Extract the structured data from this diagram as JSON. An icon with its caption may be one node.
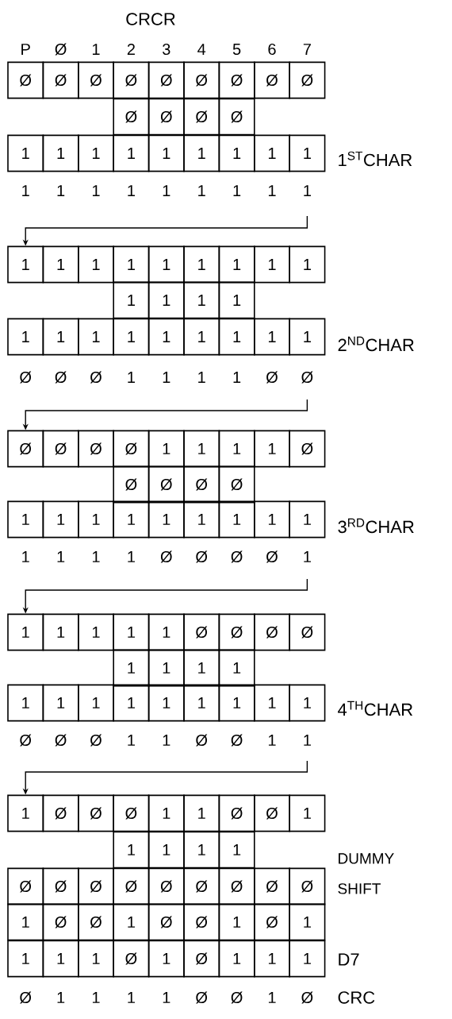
{
  "diagram": {
    "title": "CRCR",
    "nodes": [
      {
        "text": [
          "Ø"
        ]
      },
      {
        "text": [
          "Ø"
        ]
      },
      {
        "text": [
          "Ø"
        ]
      },
      {
        "text": [
          "Ø"
        ]
      },
      {
        "text": [
          "Ø"
        ]
      },
      {
        "text": [
          "Ø"
        ]
      },
      {
        "text": [
          "Ø"
        ]
      },
      {
        "text": [
          "Ø"
        ]
      },
      {
        "text": [
          "Ø"
        ]
      },
      {
        "text": [
          "Ø"
        ]
      },
      {
        "text": [
          "Ø"
        ]
      },
      {
        "text": [
          "Ø"
        ]
      },
      {
        "text": [
          "Ø"
        ]
      },
      {
        "text": [
          "1"
        ]
      },
      {
        "text": [
          "1"
        ]
      },
      {
        "text": [
          "1"
        ]
      },
      {
        "text": [
          "1"
        ]
      },
      {
        "text": [
          "1"
        ]
      },
      {
        "text": [
          "1"
        ]
      },
      {
        "text": [
          "1"
        ]
      },
      {
        "text": [
          "1"
        ]
      },
      {
        "text": [
          "1"
        ]
      },
      {
        "text": [
          "1"
        ]
      },
      {
        "text": [
          "1"
        ]
      },
      {
        "text": [
          "1"
        ]
      },
      {
        "text": [
          "1"
        ]
      },
      {
        "text": [
          "1"
        ]
      },
      {
        "text": [
          "1"
        ]
      },
      {
        "text": [
          "1"
        ]
      },
      {
        "text": [
          "1"
        ]
      },
      {
        "text": [
          "1"
        ]
      },
      {
        "text": [
          "1"
        ]
      },
      {
        "text": [
          "1"
        ]
      },
      {
        "text": [
          "1"
        ]
      },
      {
        "text": [
          "1"
        ]
      },
      {
        "text": [
          "1"
        ]
      },
      {
        "text": [
          "1"
        ]
      },
      {
        "text": [
          "1"
        ]
      },
      {
        "text": [
          "1"
        ]
      },
      {
        "text": [
          "1"
        ]
      },
      {
        "text": [
          "1"
        ]
      },
      {
        "text": [
          "1"
        ]
      },
      {
        "text": [
          "1"
        ]
      },
      {
        "text": [
          "1"
        ]
      },
      {
        "text": [
          "Ø"
        ]
      },
      {
        "text": [
          "Ø"
        ]
      },
      {
        "text": [
          "Ø"
        ]
      },
      {
        "text": [
          "Ø"
        ]
      },
      {
        "text": [
          "1"
        ]
      },
      {
        "text": [
          "1"
        ]
      },
      {
        "text": [
          "1"
        ]
      },
      {
        "text": [
          "1"
        ]
      },
      {
        "text": [
          "Ø"
        ]
      },
      {
        "text": [
          "Ø"
        ]
      },
      {
        "text": [
          "Ø"
        ]
      },
      {
        "text": [
          "Ø"
        ]
      },
      {
        "text": [
          "Ø"
        ]
      },
      {
        "text": [
          "1"
        ]
      },
      {
        "text": [
          "1"
        ]
      },
      {
        "text": [
          "1"
        ]
      },
      {
        "text": [
          "1"
        ]
      },
      {
        "text": [
          "1"
        ]
      },
      {
        "text": [
          "1"
        ]
      },
      {
        "text": [
          "1"
        ]
      },
      {
        "text": [
          "1"
        ]
      },
      {
        "text": [
          "1"
        ]
      },
      {
        "text": [
          "1"
        ]
      },
      {
        "text": [
          "1"
        ]
      },
      {
        "text": [
          "1"
        ]
      },
      {
        "text": [
          "1"
        ]
      },
      {
        "text": [
          "1"
        ]
      },
      {
        "text": [
          "Ø"
        ]
      },
      {
        "text": [
          "Ø"
        ]
      },
      {
        "text": [
          "Ø"
        ]
      },
      {
        "text": [
          "Ø"
        ]
      },
      {
        "text": [
          "1"
        ]
      },
      {
        "text": [
          "1"
        ]
      },
      {
        "text": [
          "1"
        ]
      },
      {
        "text": [
          "1"
        ]
      },
      {
        "text": [
          "1"
        ]
      },
      {
        "text": [
          "1"
        ]
      },
      {
        "text": [
          "1"
        ]
      },
      {
        "text": [
          "1"
        ]
      },
      {
        "text": [
          "1"
        ]
      },
      {
        "text": [
          "1"
        ]
      },
      {
        "text": [
          "1"
        ]
      },
      {
        "text": [
          "1"
        ]
      },
      {
        "text": [
          "1"
        ]
      },
      {
        "text": [
          "1"
        ]
      },
      {
        "text": [
          "Ø"
        ]
      },
      {
        "text": [
          "Ø"
        ]
      },
      {
        "text": [
          "Ø"
        ]
      },
      {
        "text": [
          "1"
        ]
      },
      {
        "text": [
          "1"
        ]
      },
      {
        "text": [
          "Ø"
        ]
      },
      {
        "text": [
          "Ø"
        ]
      },
      {
        "text": [
          "1"
        ]
      },
      {
        "text": [
          "1"
        ]
      },
      {
        "text": [
          "1"
        ]
      },
      {
        "text": [
          "1"
        ]
      },
      {
        "text": [
          "1"
        ]
      },
      {
        "text": [
          "Ø"
        ]
      },
      {
        "text": [
          "Ø"
        ]
      },
      {
        "text": [
          "Ø"
        ]
      },
      {
        "text": [
          "Ø"
        ]
      },
      {
        "text": [
          "Ø"
        ]
      },
      {
        "text": [
          "Ø"
        ]
      },
      {
        "text": [
          "Ø"
        ]
      },
      {
        "text": [
          "Ø"
        ]
      },
      {
        "text": [
          "Ø"
        ]
      },
      {
        "text": [
          "1"
        ]
      },
      {
        "text": [
          "Ø"
        ]
      },
      {
        "text": [
          "Ø"
        ]
      },
      {
        "text": [
          "1"
        ]
      },
      {
        "text": [
          "Ø"
        ]
      },
      {
        "text": [
          "Ø"
        ]
      },
      {
        "text": [
          "1"
        ]
      },
      {
        "text": [
          "Ø"
        ]
      },
      {
        "text": [
          "1"
        ]
      },
      {
        "text": [
          "1"
        ]
      },
      {
        "text": [
          "1"
        ]
      },
      {
        "text": [
          "1"
        ]
      },
      {
        "text": [
          "Ø"
        ]
      },
      {
        "text": [
          "1"
        ]
      },
      {
        "text": [
          "Ø"
        ]
      },
      {
        "text": [
          "1"
        ]
      },
      {
        "text": [
          "1"
        ]
      },
      {
        "text": [
          "1"
        ]
      }
    ],
    "edges": [
      {
        "from": null,
        "to": 22,
        "arrow": "to"
      },
      {
        "from": null,
        "to": 44,
        "arrow": "to"
      },
      {
        "from": null,
        "to": 66,
        "arrow": "to"
      },
      {
        "from": null,
        "to": 88,
        "arrow": "to"
      }
    ],
    "labels": [
      "P",
      "Ø",
      "1",
      "2",
      "3",
      "4",
      "5",
      "6",
      "7",
      "1$^{ST}$CHAR",
      "1",
      "1",
      "1",
      "1",
      "1",
      "1",
      "1",
      "1",
      "1",
      "2$^{ND}$CHAR",
      "Ø",
      "Ø",
      "Ø",
      "1",
      "1",
      "1",
      "1",
      "Ø",
      "Ø",
      "3$^{RD}$CHAR",
      "1",
      "1",
      "1",
      "1",
      "Ø",
      "Ø",
      "Ø",
      "Ø",
      "1",
      "4$^{TH}$CHAR",
      "Ø",
      "Ø",
      "Ø",
      "1",
      "1",
      "Ø",
      "Ø",
      "1",
      "1",
      "DUMMY SHIFT",
      "D7",
      "Ø",
      "1",
      "1",
      "1",
      "1",
      "Ø",
      "Ø",
      "1",
      "Ø",
      "CRC"
    ]
  }
}
